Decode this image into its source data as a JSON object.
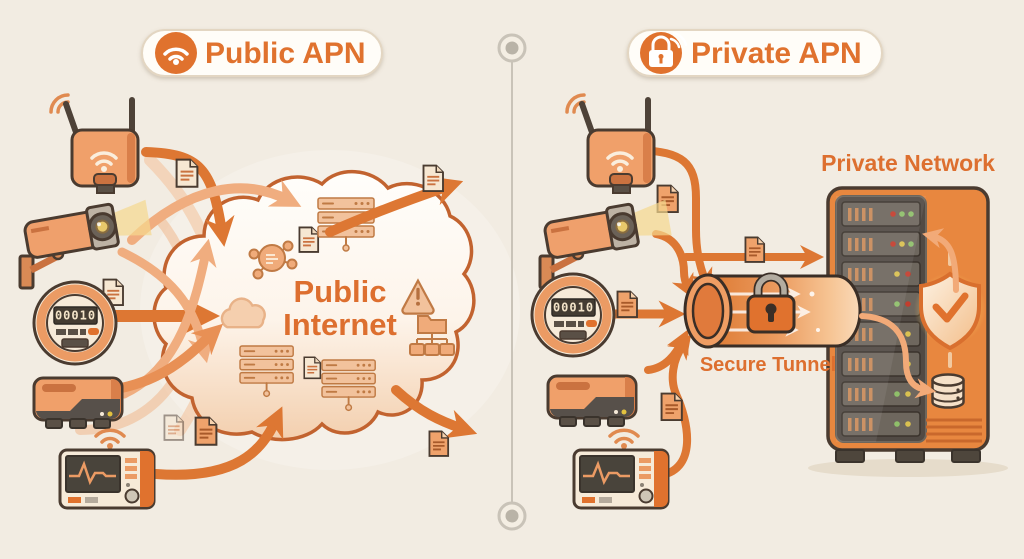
{
  "left_panel": {
    "badge": {
      "label": "Public APN",
      "icon": "wifi-icon"
    },
    "cloud": {
      "label_line1": "Public",
      "label_line2": "Internet",
      "icons": [
        "network-hub-icon",
        "document-icon",
        "server-stack-icon",
        "warning-triangle-icon",
        "mini-cloud-icon",
        "folder-tree-icon",
        "server-stack-icon",
        "server-stack-icon"
      ]
    },
    "devices": [
      {
        "name": "wifi-router"
      },
      {
        "name": "security-camera"
      },
      {
        "name": "smart-meter",
        "display": "00010"
      },
      {
        "name": "gps-tracker"
      },
      {
        "name": "patient-monitor"
      }
    ]
  },
  "right_panel": {
    "badge": {
      "label": "Private APN",
      "icon": "padlock-signal-icon"
    },
    "tunnel": {
      "label": "Secure Tunnel",
      "icon": "padlock-icon"
    },
    "network": {
      "label": "Private Network",
      "icons": [
        "server-rack-icon",
        "shield-check-icon",
        "database-icon"
      ]
    },
    "devices": [
      {
        "name": "wifi-router"
      },
      {
        "name": "security-camera"
      },
      {
        "name": "smart-meter",
        "display": "00010"
      },
      {
        "name": "gps-tracker"
      },
      {
        "name": "patient-monitor"
      }
    ]
  },
  "colors": {
    "background": "#f2ece2",
    "arrow": "#dd7733",
    "arrow_light": "#f0ad7f",
    "label_orange": "#dd6f2f",
    "badge_orange": "#e0722e",
    "outline": "#4a3b30",
    "device_body": "#f0a06a",
    "rack_gray": "#514a44",
    "cabinet_orange": "#e8873f"
  }
}
